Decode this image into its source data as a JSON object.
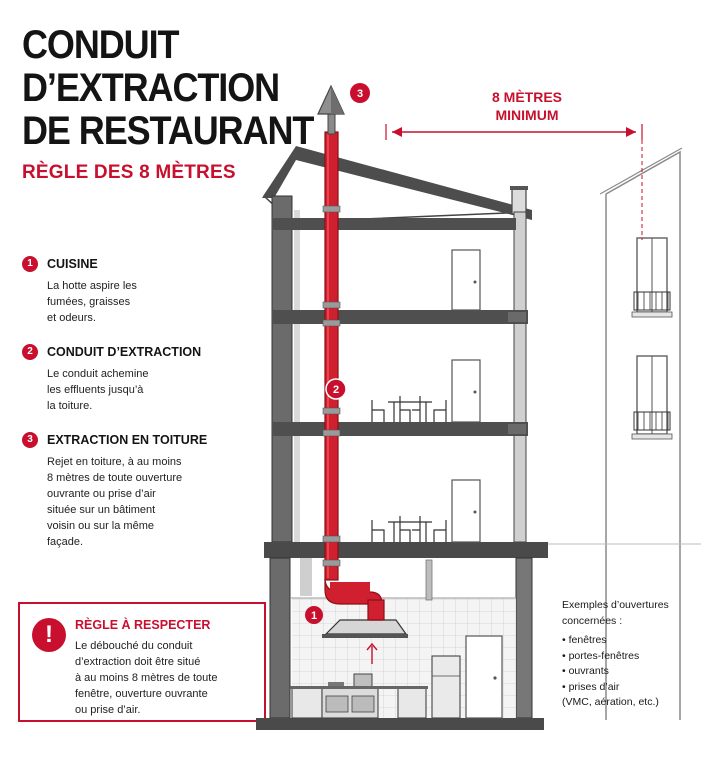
{
  "title": {
    "lines": [
      "CONDUIT",
      "D’EXTRACTION",
      "DE RESTAURANT"
    ]
  },
  "subtitle": "RÈGLE DES 8 MÈTRES",
  "legend": [
    {
      "num": "1",
      "title": "CUISINE",
      "text": "La hotte aspire les\nfumées, graisses\net odeurs."
    },
    {
      "num": "2",
      "title": "CONDUIT D’EXTRACTION",
      "text": "Le conduit achemine\nles effluents jusqu’à\nla toiture."
    },
    {
      "num": "3",
      "title": "EXTRACTION EN TOITURE",
      "text": "Rejet en toiture, à au moins\n8 mètres de toute ouverture\nouvrante ou prise d’air\nsituée sur un bâtiment\nvoisin ou sur la même\nfaçade."
    }
  ],
  "rule": {
    "icon": "!",
    "title": "RÈGLE À RESPECTER",
    "text": "Le débouché du conduit\nd’extraction doit être situé\nà au moins 8 mètres de toute\nfenêtre, ouverture ouvrante\nou prise d’air."
  },
  "distance": {
    "line1": "8 MÈTRES",
    "line2": "MINIMUM"
  },
  "examples": {
    "title": "Exemples d’ouvertures\nconcernées :",
    "items": [
      "• fenêtres",
      "• portes-fenêtres",
      "• ouvrants",
      "• prises d’air\n   (VMC, aération, etc.)"
    ]
  },
  "diagram_badges": {
    "hood": "1",
    "duct": "2",
    "roof": "3"
  },
  "colors": {
    "accent": "#c8102e",
    "structure": "#4a4a4a",
    "line": "#555555"
  },
  "icons": {
    "warning": "exclamation-icon",
    "arrow": "up-arrow-icon"
  }
}
